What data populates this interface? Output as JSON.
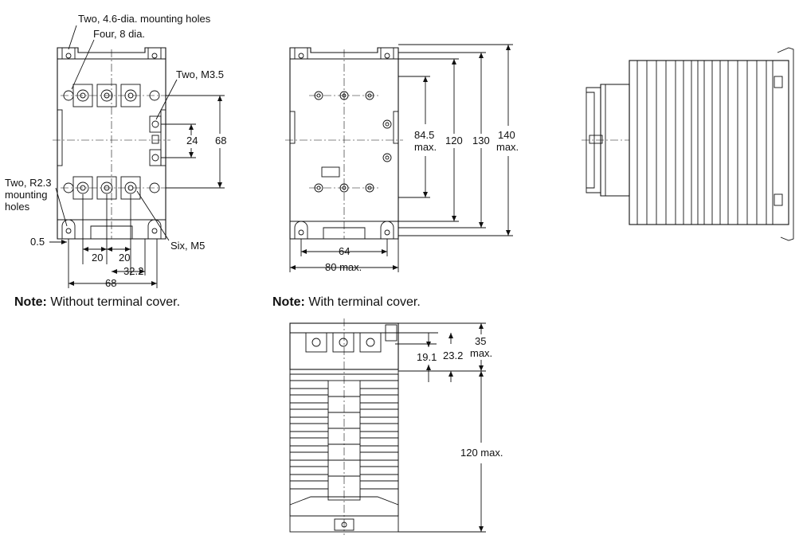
{
  "view1": {
    "labels": {
      "mount_holes_top": "Two, 4.6-dia. mounting holes",
      "four_8dia": "Four, 8 dia.",
      "two_m35": "Two, M3.5",
      "two_r23": "Two, R2.3",
      "mounting": "mounting",
      "holes": "holes",
      "six_m5": "Six, M5"
    },
    "dims": {
      "d24": "24",
      "d68v": "68",
      "d05": "0.5",
      "d20a": "20",
      "d20b": "20",
      "d322": "32.2",
      "d68h": "68"
    },
    "note_bold": "Note:",
    "note_text": " Without terminal cover."
  },
  "view2": {
    "dims": {
      "d845": "84.5",
      "max1": "max.",
      "d120": "120",
      "d130": "130",
      "d140": "140",
      "max2": "max.",
      "d64": "64",
      "d80max": "80 max."
    },
    "note_bold": "Note:",
    "note_text": " With terminal cover."
  },
  "view4": {
    "dims": {
      "d35": "35",
      "max3": "max.",
      "d191": "19.1",
      "d232": "23.2",
      "d120max": "120 max."
    }
  }
}
